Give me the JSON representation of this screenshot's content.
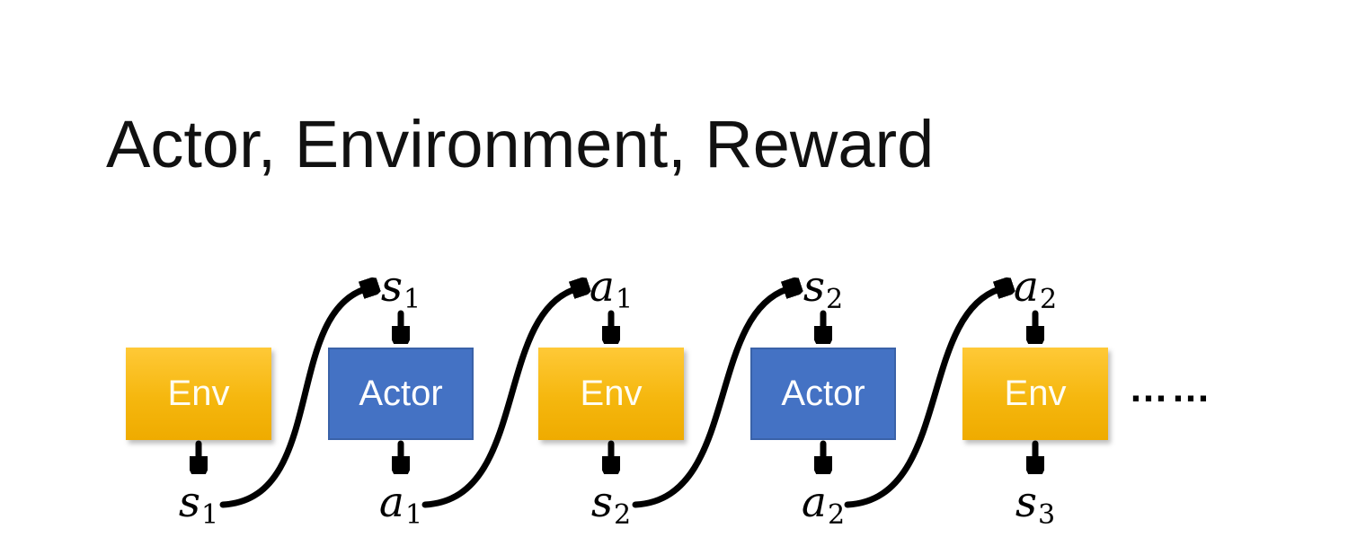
{
  "title": "Actor, Environment, Reward",
  "colors": {
    "background": "#FFFFFF",
    "title_text": "#111111",
    "env_gradient_top": "#FFC937",
    "env_gradient_bottom": "#EFAB00",
    "env_text": "#FFFDF2",
    "actor_fill": "#4472C4",
    "actor_border": "#3A62A8",
    "actor_text": "#FFFFFF",
    "arrow": "#000000",
    "math_label_text": "#000000"
  },
  "diagram": {
    "boxes": [
      {
        "label": "Env",
        "type": "env"
      },
      {
        "label": "Actor",
        "type": "actor"
      },
      {
        "label": "Env",
        "type": "env"
      },
      {
        "label": "Actor",
        "type": "actor"
      },
      {
        "label": "Env",
        "type": "env"
      }
    ],
    "top_labels": [
      {
        "base": "s",
        "sub": "1"
      },
      {
        "base": "a",
        "sub": "1"
      },
      {
        "base": "s",
        "sub": "2"
      },
      {
        "base": "a",
        "sub": "2"
      }
    ],
    "bottom_labels": [
      {
        "base": "s",
        "sub": "1"
      },
      {
        "base": "a",
        "sub": "1"
      },
      {
        "base": "s",
        "sub": "2"
      },
      {
        "base": "a",
        "sub": "2"
      },
      {
        "base": "s",
        "sub": "3"
      }
    ],
    "ellipsis": "……"
  }
}
